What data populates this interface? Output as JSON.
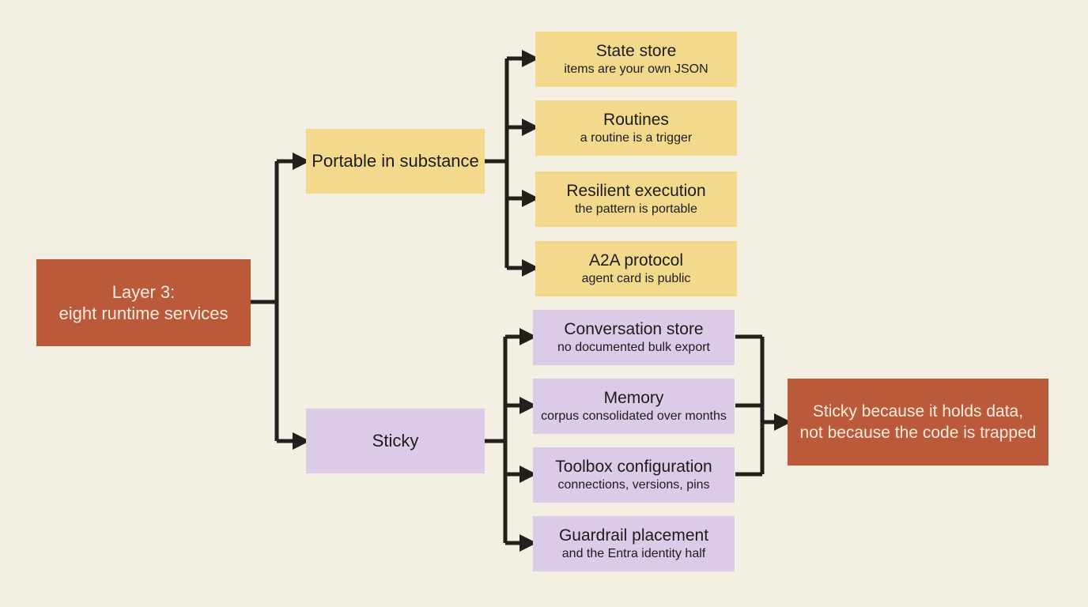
{
  "root": {
    "line1": "Layer 3:",
    "line2": "eight runtime services"
  },
  "branches": [
    {
      "label": "Portable in substance",
      "items": [
        {
          "title": "State store",
          "subtitle": "items are your own JSON"
        },
        {
          "title": "Routines",
          "subtitle": "a routine is a trigger"
        },
        {
          "title": "Resilient execution",
          "subtitle": "the pattern is portable"
        },
        {
          "title": "A2A protocol",
          "subtitle": "agent card is public"
        }
      ]
    },
    {
      "label": "Sticky",
      "items": [
        {
          "title": "Conversation store",
          "subtitle": "no documented bulk export"
        },
        {
          "title": "Memory",
          "subtitle": "corpus consolidated over months"
        },
        {
          "title": "Toolbox configuration",
          "subtitle": "connections, versions, pins"
        },
        {
          "title": "Guardrail placement",
          "subtitle": "and the Entra identity half"
        }
      ]
    }
  ],
  "outcome": {
    "line1": "Sticky because it holds data,",
    "line2": "not because the code is trapped"
  },
  "colors": {
    "background": "#f3efe3",
    "accent": "#bb5a3a",
    "portable": "#f2d98b",
    "sticky": "#dccbe6",
    "connector": "#231f1a"
  }
}
